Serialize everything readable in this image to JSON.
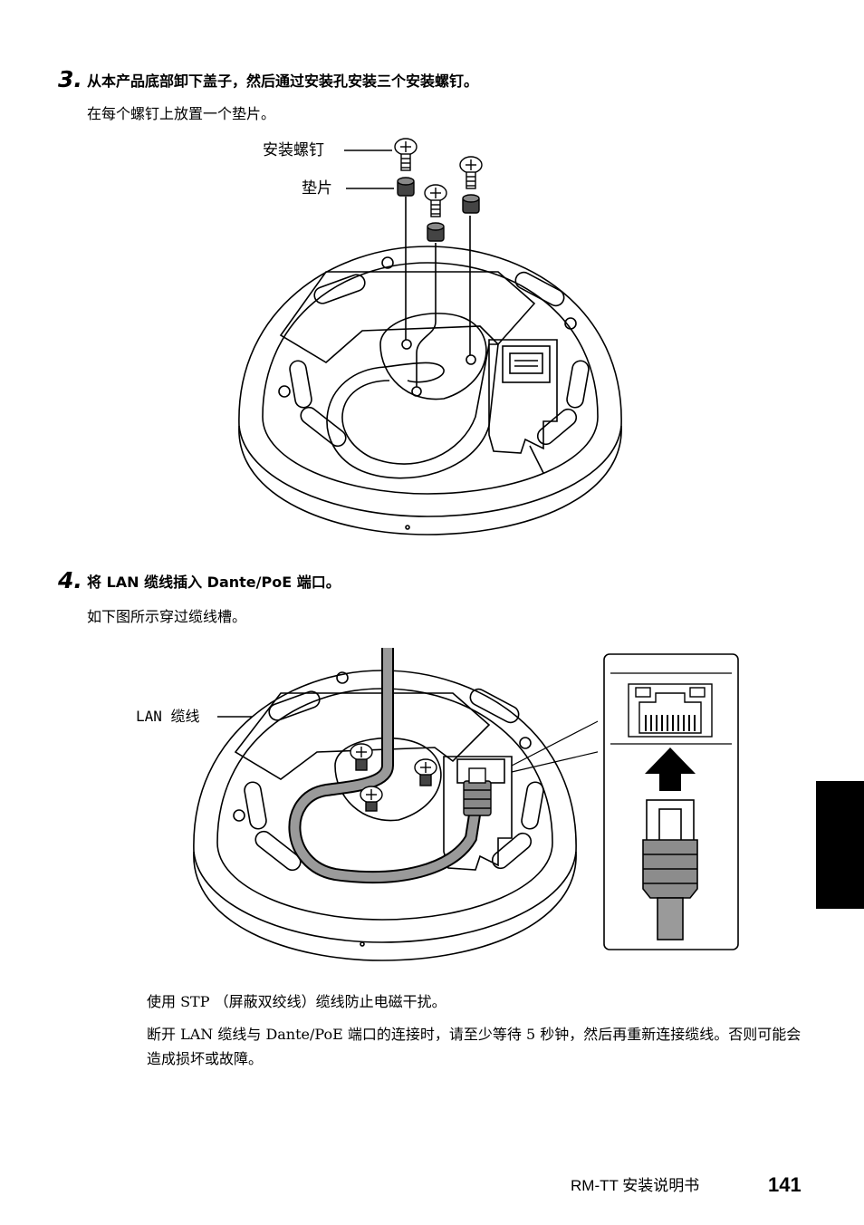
{
  "step3": {
    "number": "3.",
    "title": "从本产品底部卸下盖子，然后通过安装孔安装三个安装螺钉。",
    "body": "在每个螺钉上放置一个垫片。",
    "figure": {
      "label_screw": "安装螺钉",
      "label_spacer": "垫片"
    }
  },
  "step4": {
    "number": "4.",
    "title": "将 LAN 缆线插入 Dante/PoE 端口。",
    "body": "如下图所示穿过缆线槽。",
    "figure": {
      "label_cable": "LAN 缆线"
    }
  },
  "notes": [
    "使用 STP （屏蔽双绞线）缆线防止电磁干扰。",
    "断开 LAN 缆线与 Dante/PoE 端口的连接时，请至少等待 5 秒钟，然后再重新连接缆线。否则可能会造成损坏或故障。"
  ],
  "footer": {
    "doc_title": "RM-TT 安装说明书",
    "page_number": "141"
  }
}
